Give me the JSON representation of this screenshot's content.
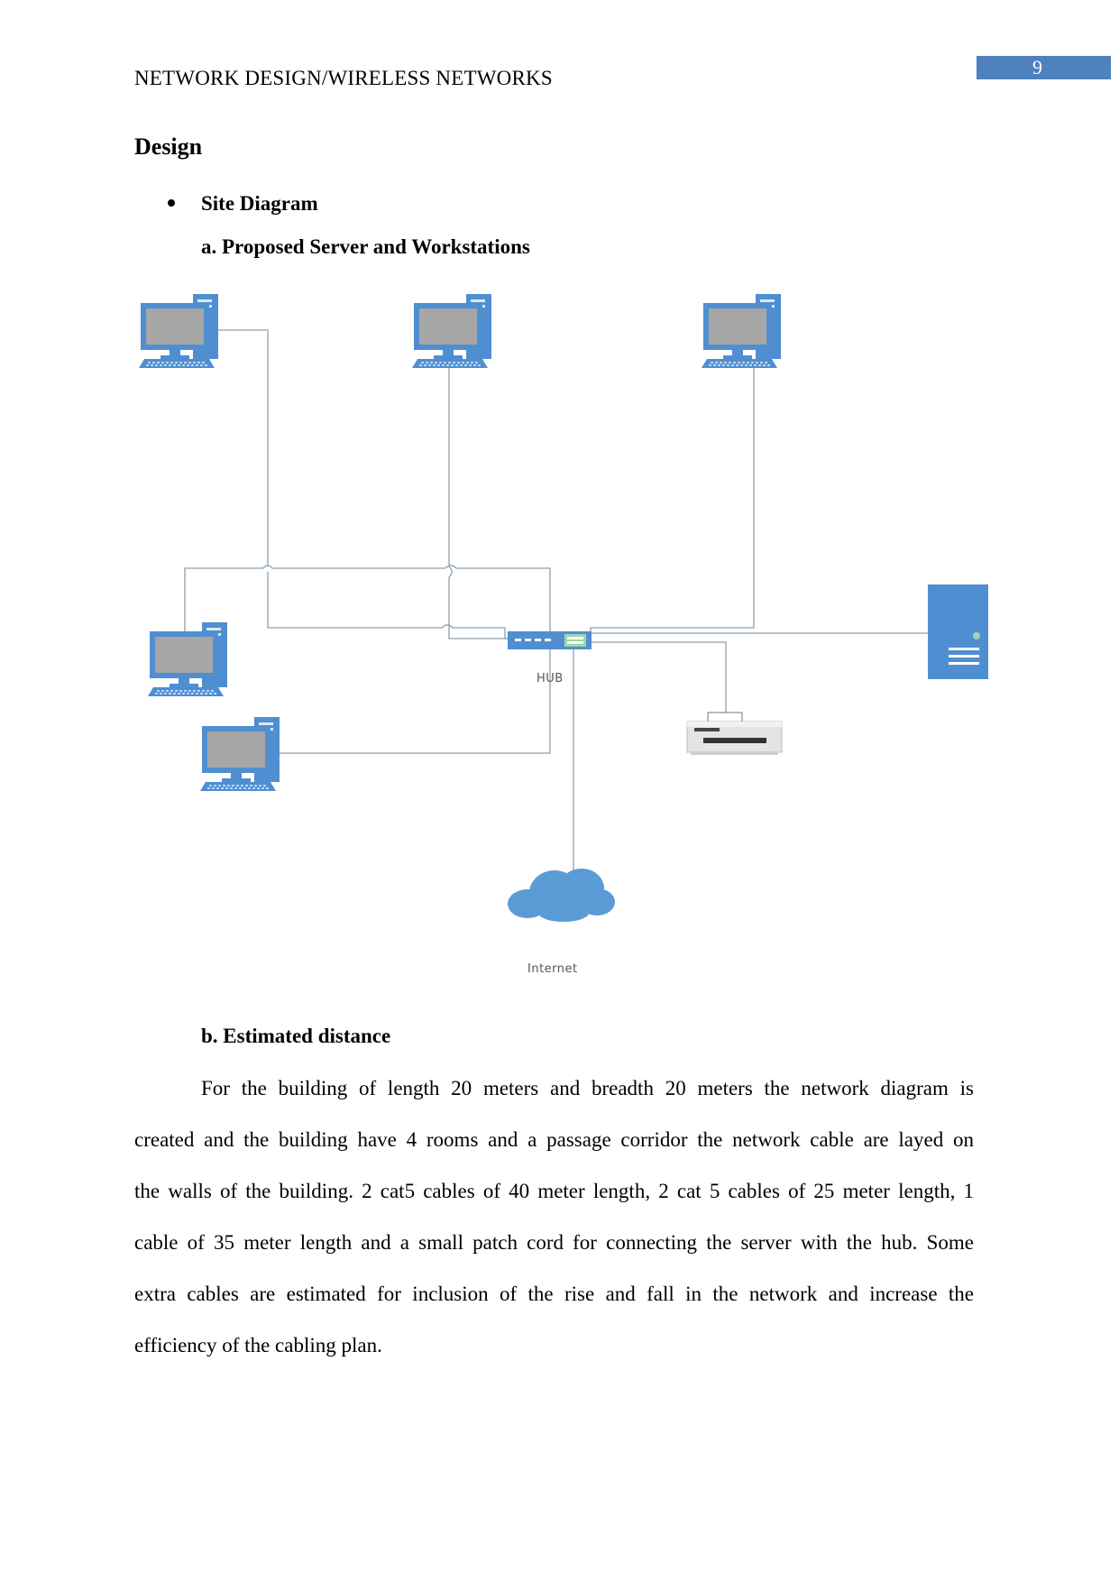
{
  "header": {
    "running_title": "NETWORK DESIGN/WIRELESS NETWORKS",
    "page_number": "9"
  },
  "section_heading": "Design",
  "bullet_label": "Site Diagram",
  "subsection_a": "a. Proposed Server and Workstations",
  "diagram": {
    "hub_label": "HUB",
    "internet_label": "Internet",
    "colors": {
      "device_blue": "#4f8fd1",
      "screen_gray": "#a6a6a6",
      "line": "#8aa0b4"
    }
  },
  "subsection_b": "b. Estimated distance",
  "paragraph_lines": [
    "For the building of length 20 meters and breadth 20 meters the network diagram is",
    "created and the building have 4 rooms and  a passage corridor the network cable are layed on",
    "the walls of the building. 2 cat5 cables of 40 meter length, 2 cat 5 cables of 25 meter length, 1",
    "cable of 35 meter length and a small patch cord for connecting the server with the hub. Some",
    "extra cables are estimated for inclusion of the rise and fall in the network and increase the",
    "efficiency of the cabling plan."
  ]
}
